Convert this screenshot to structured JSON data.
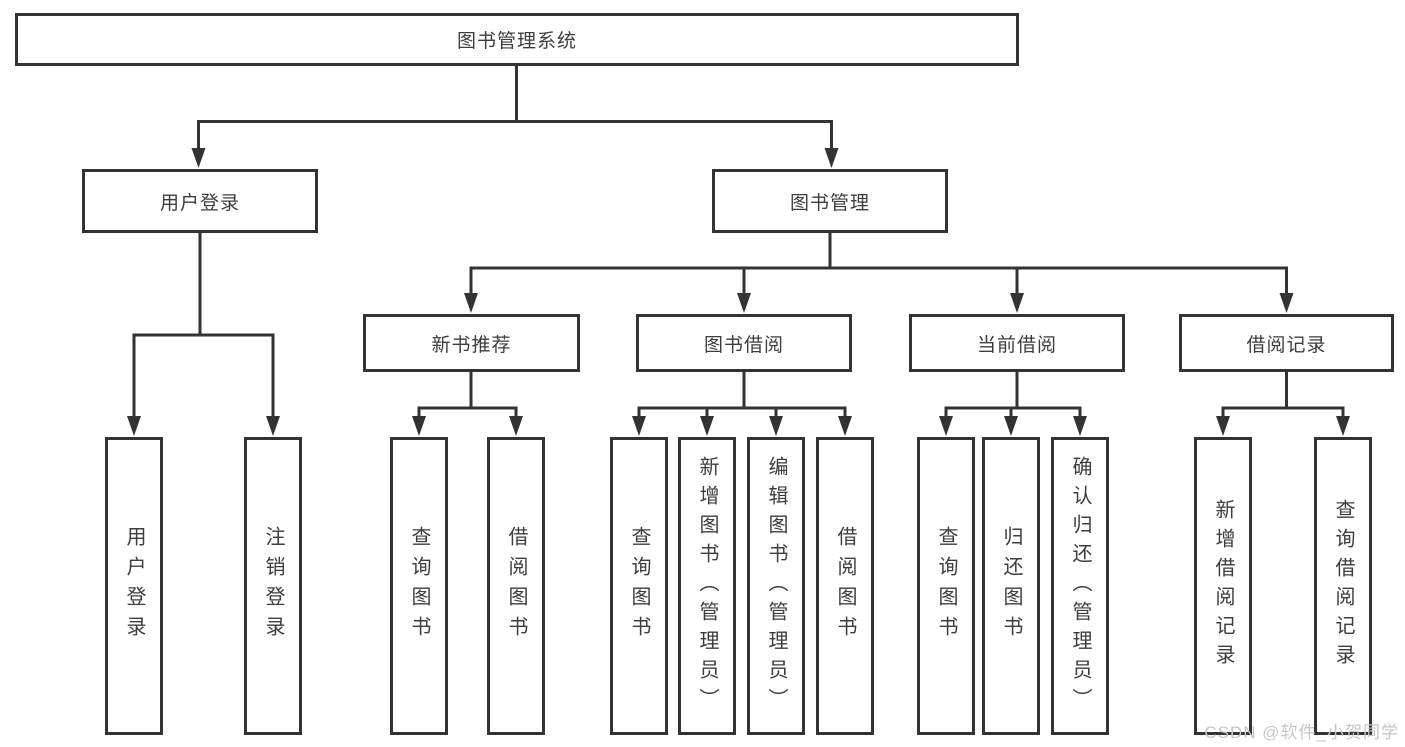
{
  "root": {
    "label": "图书管理系统"
  },
  "user_login": {
    "label": "用户登录",
    "children": [
      {
        "label": "用户登录"
      },
      {
        "label": "注销登录"
      }
    ]
  },
  "book_mgmt": {
    "label": "图书管理",
    "sections": [
      {
        "label": "新书推荐",
        "children": [
          {
            "label": "查询图书"
          },
          {
            "label": "借阅图书"
          }
        ]
      },
      {
        "label": "图书借阅",
        "children": [
          {
            "label": "查询图书"
          },
          {
            "label": "新增图书（管理员）"
          },
          {
            "label": "编辑图书（管理员）"
          },
          {
            "label": "借阅图书"
          }
        ]
      },
      {
        "label": "当前借阅",
        "children": [
          {
            "label": "查询图书"
          },
          {
            "label": "归还图书"
          },
          {
            "label": "确认归还（管理员）"
          }
        ]
      },
      {
        "label": "借阅记录",
        "children": [
          {
            "label": "新增借阅记录"
          },
          {
            "label": "查询借阅记录"
          }
        ]
      }
    ]
  },
  "watermark": {
    "label": "CSDN @软件_小贺同学"
  },
  "colors": {
    "line": "#333333",
    "text": "#3d3d3d",
    "box_background": "#ffffff",
    "watermark": "#c6c6c6"
  }
}
